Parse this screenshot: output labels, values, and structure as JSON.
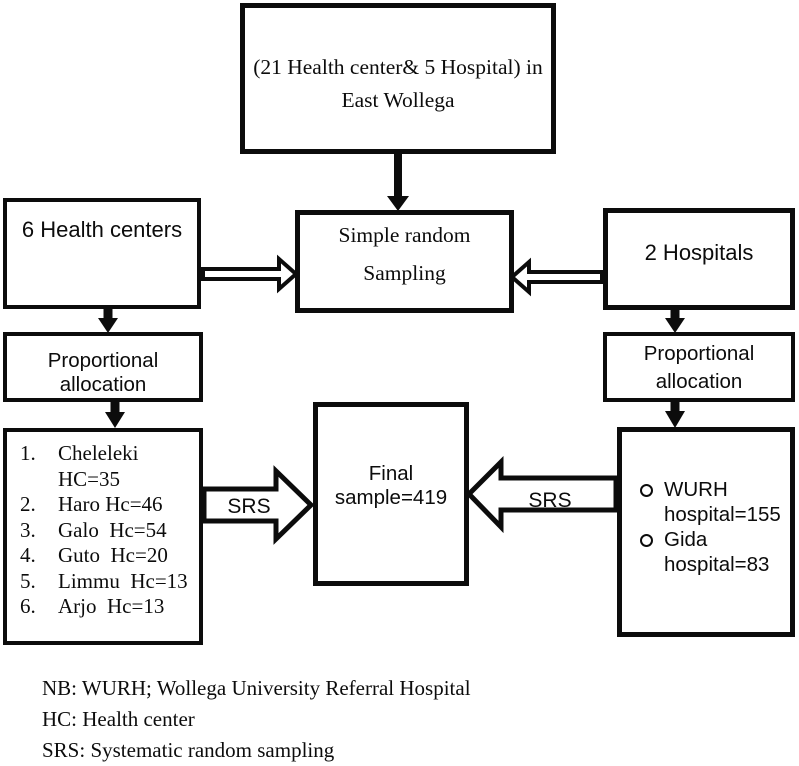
{
  "diagram": {
    "top_box": {
      "line1": "(21 Health center& 5 Hospital) in",
      "line2": "East Wollega"
    },
    "left_source_box": {
      "label": "6 Health centers"
    },
    "center_box": {
      "line1": "Simple random",
      "line2": "Sampling"
    },
    "right_source_box": {
      "label": "2 Hospitals"
    },
    "left_allocation_box": {
      "label": "Proportional allocation"
    },
    "right_allocation_box": {
      "line1": "Proportional",
      "line2": "allocation"
    },
    "left_list_box": {
      "items": [
        {
          "num": "1.",
          "text": "Cheleleki HC=35"
        },
        {
          "num": "2.",
          "text": "Haro Hc=46"
        },
        {
          "num": "3.",
          "text": "Galo  Hc=54"
        },
        {
          "num": "4.",
          "text": "Guto  Hc=20"
        },
        {
          "num": "5.",
          "text": "Limmu  Hc=13"
        },
        {
          "num": "6.",
          "text": "Arjo  Hc=13"
        }
      ]
    },
    "final_box": {
      "label": "Final sample=419"
    },
    "right_list_box": {
      "items": [
        {
          "line1": "WURH",
          "line2": "hospital=155"
        },
        {
          "line1": "Gida",
          "line2": "hospital=83"
        }
      ]
    },
    "srs_left_label": "SRS",
    "srs_right_label": "SRS",
    "notes": [
      "NB: WURH; Wollega University Referral Hospital",
      "HC: Health center",
      "SRS: Systematic random sampling"
    ],
    "colors": {
      "line": "#0c0c0c",
      "background": "#ffffff"
    }
  }
}
